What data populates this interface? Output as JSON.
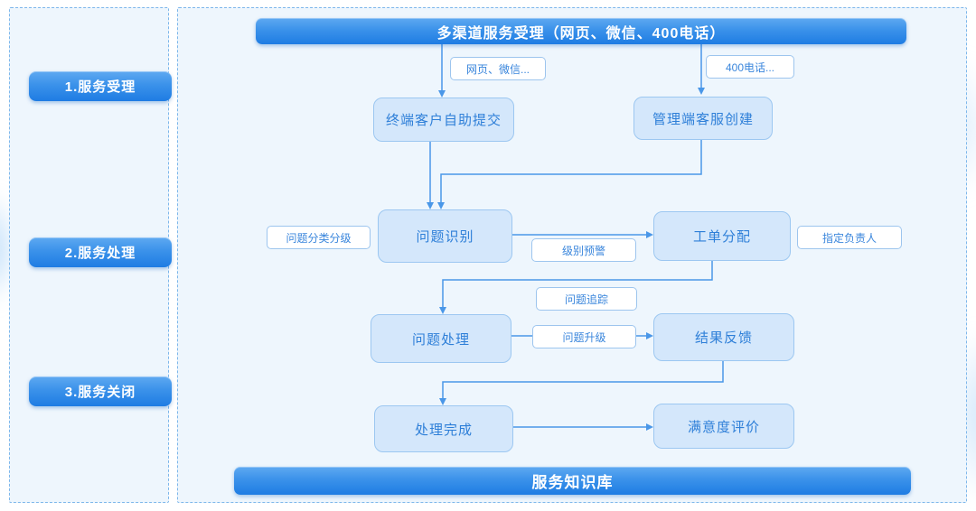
{
  "diagram": {
    "title_banner": "多渠道服务受理（网页、微信、400电话）",
    "bottom_banner": "服务知识库"
  },
  "sidebar": {
    "stages": [
      {
        "label": "1.服务受理"
      },
      {
        "label": "2.服务处理"
      },
      {
        "label": "3.服务关闭"
      }
    ]
  },
  "nodes": [
    {
      "id": "terminal-self-submit",
      "label": "终端客户自助提交"
    },
    {
      "id": "admin-agent-create",
      "label": "管理端客服创建"
    },
    {
      "id": "issue-identify",
      "label": "问题识别"
    },
    {
      "id": "ticket-assign",
      "label": "工单分配"
    },
    {
      "id": "issue-handle",
      "label": "问题处理"
    },
    {
      "id": "result-feedback",
      "label": "结果反馈"
    },
    {
      "id": "handle-complete",
      "label": "处理完成"
    },
    {
      "id": "satisfaction-review",
      "label": "满意度评价"
    }
  ],
  "tags": [
    {
      "id": "web-wechat",
      "label": "网页、微信..."
    },
    {
      "id": "phone-400",
      "label": "400电话..."
    },
    {
      "id": "classify-grade",
      "label": "问题分类分级"
    },
    {
      "id": "level-alert",
      "label": "级别预警"
    },
    {
      "id": "assign-owner",
      "label": "指定负责人"
    },
    {
      "id": "issue-track",
      "label": "问题追踪"
    },
    {
      "id": "issue-escalate",
      "label": "问题升级"
    }
  ],
  "colors": {
    "banner_gradient_top": "#5ea9f1",
    "banner_gradient_bottom": "#1e7ce3",
    "node_fill": "#d4e7fb",
    "node_border": "#9cc7f1",
    "node_text": "#2e7fd8",
    "tag_border": "#9dc5ee",
    "tag_text": "#3a86dc",
    "wire": "#4a97e8",
    "panel_fill": "#eef6fd",
    "panel_border": "#7db7eb"
  }
}
